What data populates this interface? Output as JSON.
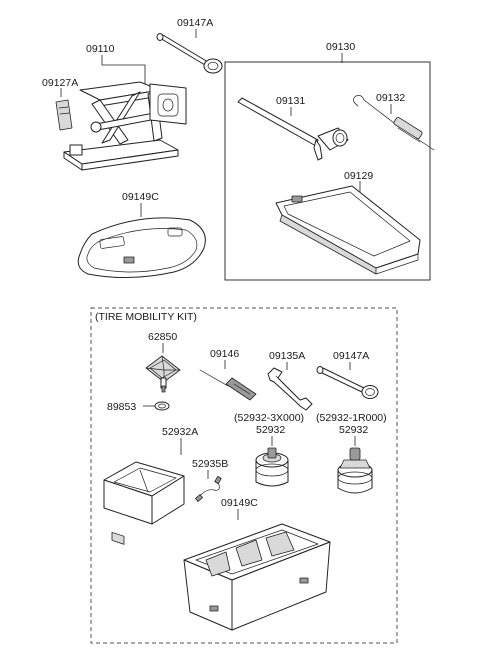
{
  "labels": {
    "p09147a_top": "09147A",
    "p09110": "09110",
    "p09127a": "09127A",
    "p09130": "09130",
    "p09131": "09131",
    "p09132": "09132",
    "p09129": "09129",
    "p09149c_top": "09149C",
    "kit_title": "(TIRE MOBILITY KIT)",
    "p62850": "62850",
    "p89853": "89853",
    "p09146": "09146",
    "p09135a": "09135A",
    "p09147a_kit": "09147A",
    "alt_3x000": "(52932-3X000)",
    "alt_1r000": "(52932-1R000)",
    "p52932_left": "52932",
    "p52932_right": "52932",
    "p52932a": "52932A",
    "p52935b": "52935B",
    "p09149c_kit": "09149C"
  }
}
